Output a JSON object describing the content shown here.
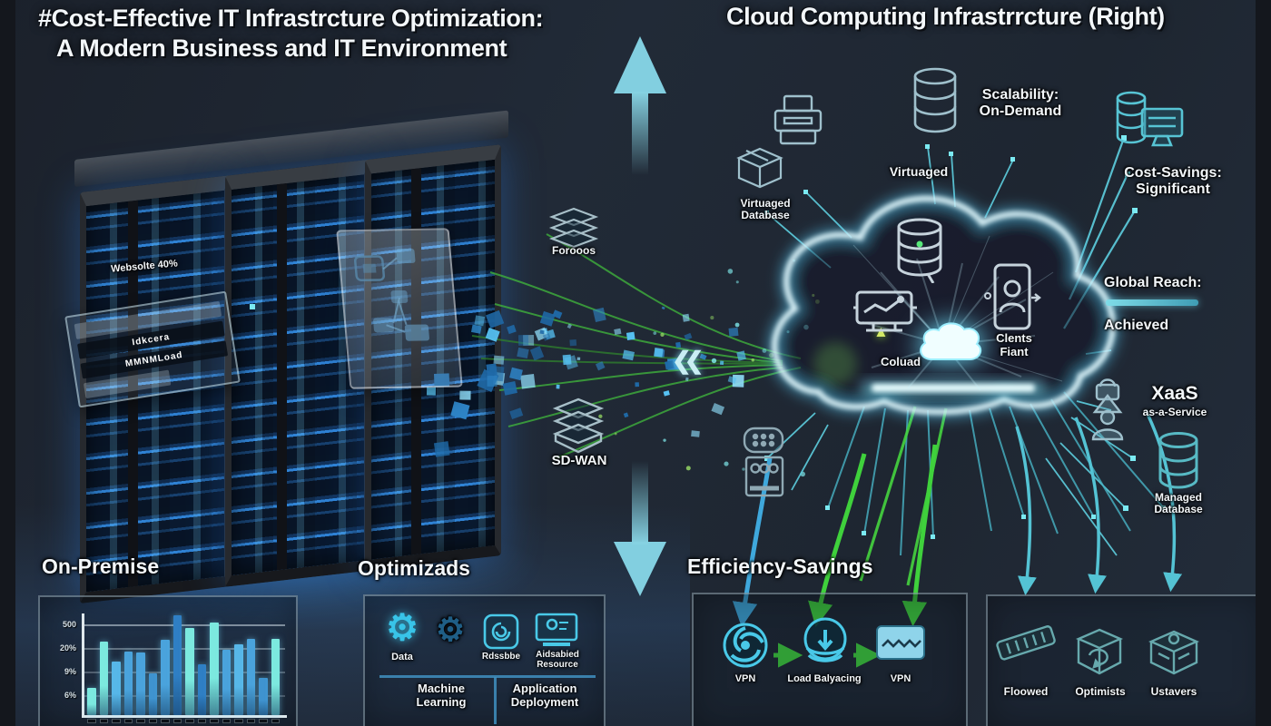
{
  "titles": {
    "left1": "#Cost-Effective IT Infrastrcture Optimization:",
    "left2": "A Modern Business and IT Environment",
    "right": "Cloud Computing Infrastrrcture (Right)"
  },
  "server_area": {
    "rack_label": "Websolte 40%",
    "info_rows": [
      "Idkcera",
      "MMNMLoad"
    ]
  },
  "flow": {
    "top_node": "Forooos",
    "bottom_node": "SD-WAN",
    "chevrons": "❮❮"
  },
  "cloud": {
    "monitor_label": "Coluad",
    "client_label": [
      "Clents",
      "Fiant"
    ],
    "virtualized_db": [
      "Virtuaged",
      "Database"
    ],
    "virtualized": "Virtuaged",
    "scalability": [
      "Scalability:",
      "On-Demand"
    ],
    "cost_savings": [
      "Cost-Savings:",
      "Significant"
    ],
    "global_reach": [
      "Global Reach:",
      "Achieved"
    ],
    "xaas": [
      "XaaS",
      "as-a-Service"
    ],
    "managed_db": [
      "Managed",
      "Database"
    ],
    "warn_glyph": "▲"
  },
  "bottom": {
    "on_premise": {
      "title": "On-Premise"
    },
    "optimized": {
      "title": "Optimizads",
      "icon_labels": [
        "Data",
        "",
        "Rdssbbe",
        "Aidsabied Resource"
      ],
      "sections": [
        "Machine Learning",
        "Application Deployment"
      ]
    },
    "efficiency": {
      "title": "Efficiency-Savings",
      "steps": [
        "VPN",
        "Load Balyacing",
        "VPN"
      ]
    },
    "resources": {
      "items": [
        "Floowed",
        "Optimists",
        "Ustavers"
      ]
    }
  },
  "chart_data": {
    "type": "bar",
    "title": "On-Premise",
    "categories": [
      "",
      "",
      "",
      "",
      "",
      "",
      "",
      "",
      "",
      "",
      "",
      "",
      "",
      "",
      "",
      ""
    ],
    "values": [
      27,
      74,
      54,
      64,
      63,
      42,
      75,
      100,
      87,
      51,
      93,
      65,
      71,
      76,
      37,
      76
    ],
    "y_tick_labels": [
      "500",
      "20%",
      "9%",
      "6%"
    ],
    "ylim": [
      0,
      100
    ],
    "grid": true,
    "legend": false,
    "bar_colors": [
      "#7ce9df",
      "#7ce9df",
      "#57b7e8",
      "#4aa3dc",
      "#4aa3dc",
      "#3f93cf",
      "#4aa3dc",
      "#2f7fc4",
      "#7ce9df",
      "#2f7fc4",
      "#7ce9df",
      "#4aa3dc",
      "#57b7e8",
      "#4aa3dc",
      "#3f93cf",
      "#7ce9df"
    ],
    "accent_colors": {
      "cyan": "#7ce9df",
      "blue": "#3f93cf",
      "green": "#3fd13c",
      "glow": "#bff3ff"
    }
  }
}
